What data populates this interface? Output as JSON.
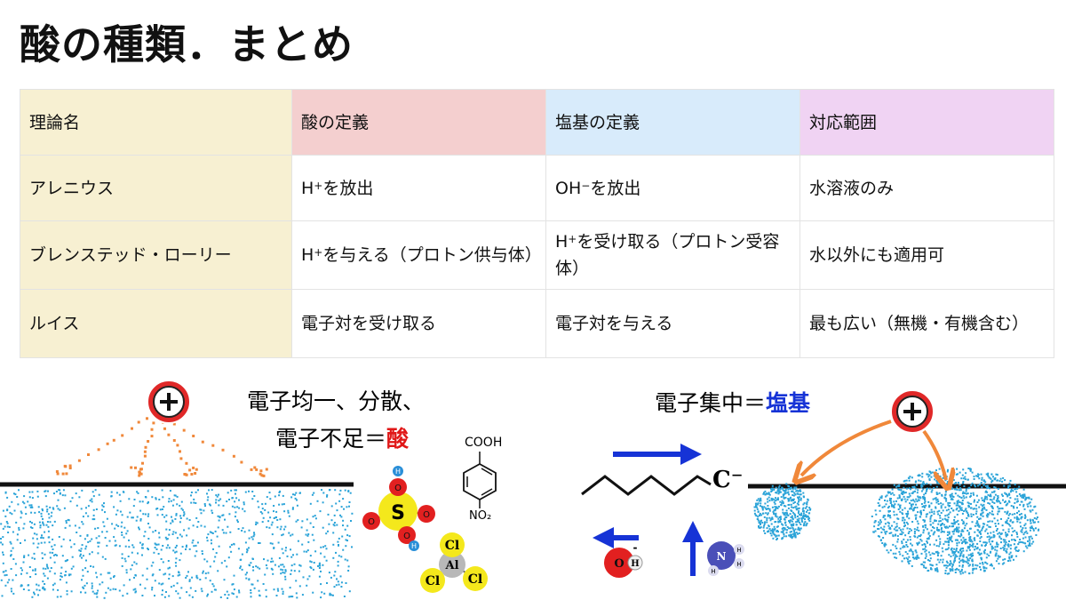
{
  "title": "酸の種類．まとめ",
  "table": {
    "headers": [
      "理論名",
      "酸の定義",
      "塩基の定義",
      "対応範囲"
    ],
    "rows": [
      {
        "theory": "アレニウス",
        "acid": {
          "pre": "H",
          "sup": "+",
          "post": "を放出"
        },
        "base": {
          "pre": "OH",
          "sup": "−",
          "post": "を放出"
        },
        "scope": "水溶液のみ"
      },
      {
        "theory": "ブレンステッド・ローリー",
        "acid": {
          "pre": "H",
          "sup": "+",
          "post": "を与える（プロトン供与体）"
        },
        "base": {
          "pre": "H",
          "sup": "+",
          "post": "を受け取る（プロトン受容体）"
        },
        "scope": "水以外にも適用可"
      },
      {
        "theory": "ルイス",
        "acid": {
          "pre": "電子対を受け取る",
          "sup": "",
          "post": ""
        },
        "base": {
          "pre": "電子対を与える",
          "sup": "",
          "post": ""
        },
        "scope": "最も広い（無機・有機含む）"
      }
    ]
  },
  "illustration": {
    "left_caption_line1": "電子均一、分散、",
    "left_caption_line2_black": "電子不足＝",
    "left_caption_line2_red": "酸",
    "right_caption_black": "電子集中＝",
    "right_caption_blue": "塩基",
    "plus_symbol": "+",
    "carbanion_label": "C⁻",
    "benzoic_top": "COOH",
    "benzoic_bottom": "NO₂",
    "sulfuric_center": "S",
    "sulfuric_oxygen": "O",
    "hydrogen": "H",
    "alcl3_center": "Al",
    "alcl3_chlorine": "Cl",
    "hydroxide_o": "O",
    "hydroxide_charge": "-",
    "ammonia_n": "N",
    "colors": {
      "acid_red": "#e01818",
      "base_blue": "#1633d6",
      "electron_dots": "#2aa3d8",
      "orange_arrow": "#f0883a",
      "sulfur_yellow": "#f4e81c",
      "oxygen_red": "#e22020",
      "nitrogen_blue": "#4a4fb8"
    }
  }
}
